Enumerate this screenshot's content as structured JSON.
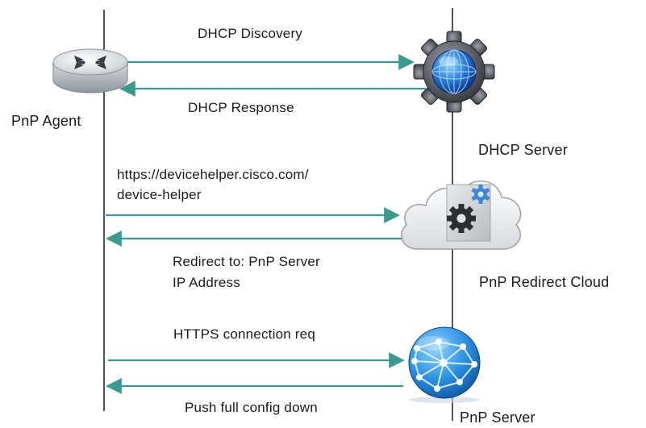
{
  "actors": {
    "agent": {
      "label": "PnP Agent",
      "icon": "router-icon"
    },
    "dhcp_server": {
      "label": "DHCP Server",
      "icon": "gear-globe-icon"
    },
    "redirect_cloud": {
      "label": "PnP Redirect Cloud",
      "icon": "cloud-gears-icon"
    },
    "pnp_server": {
      "label": "PnP Server",
      "icon": "globe-network-icon"
    }
  },
  "messages": {
    "dhcp_discovery": "DHCP Discovery",
    "dhcp_response": "DHCP Response",
    "redirect_url_line1": "https://devicehelper.cisco.com/",
    "redirect_url_line2": "device-helper",
    "redirect_reply_line1": "Redirect to: PnP Server",
    "redirect_reply_line2": "IP Address",
    "https_req": "HTTPS connection req",
    "push_config": "Push full config down"
  },
  "colors": {
    "arrow": "#3a9a8f",
    "lifeline": "#1f2a44",
    "text": "#1a1a1a"
  }
}
